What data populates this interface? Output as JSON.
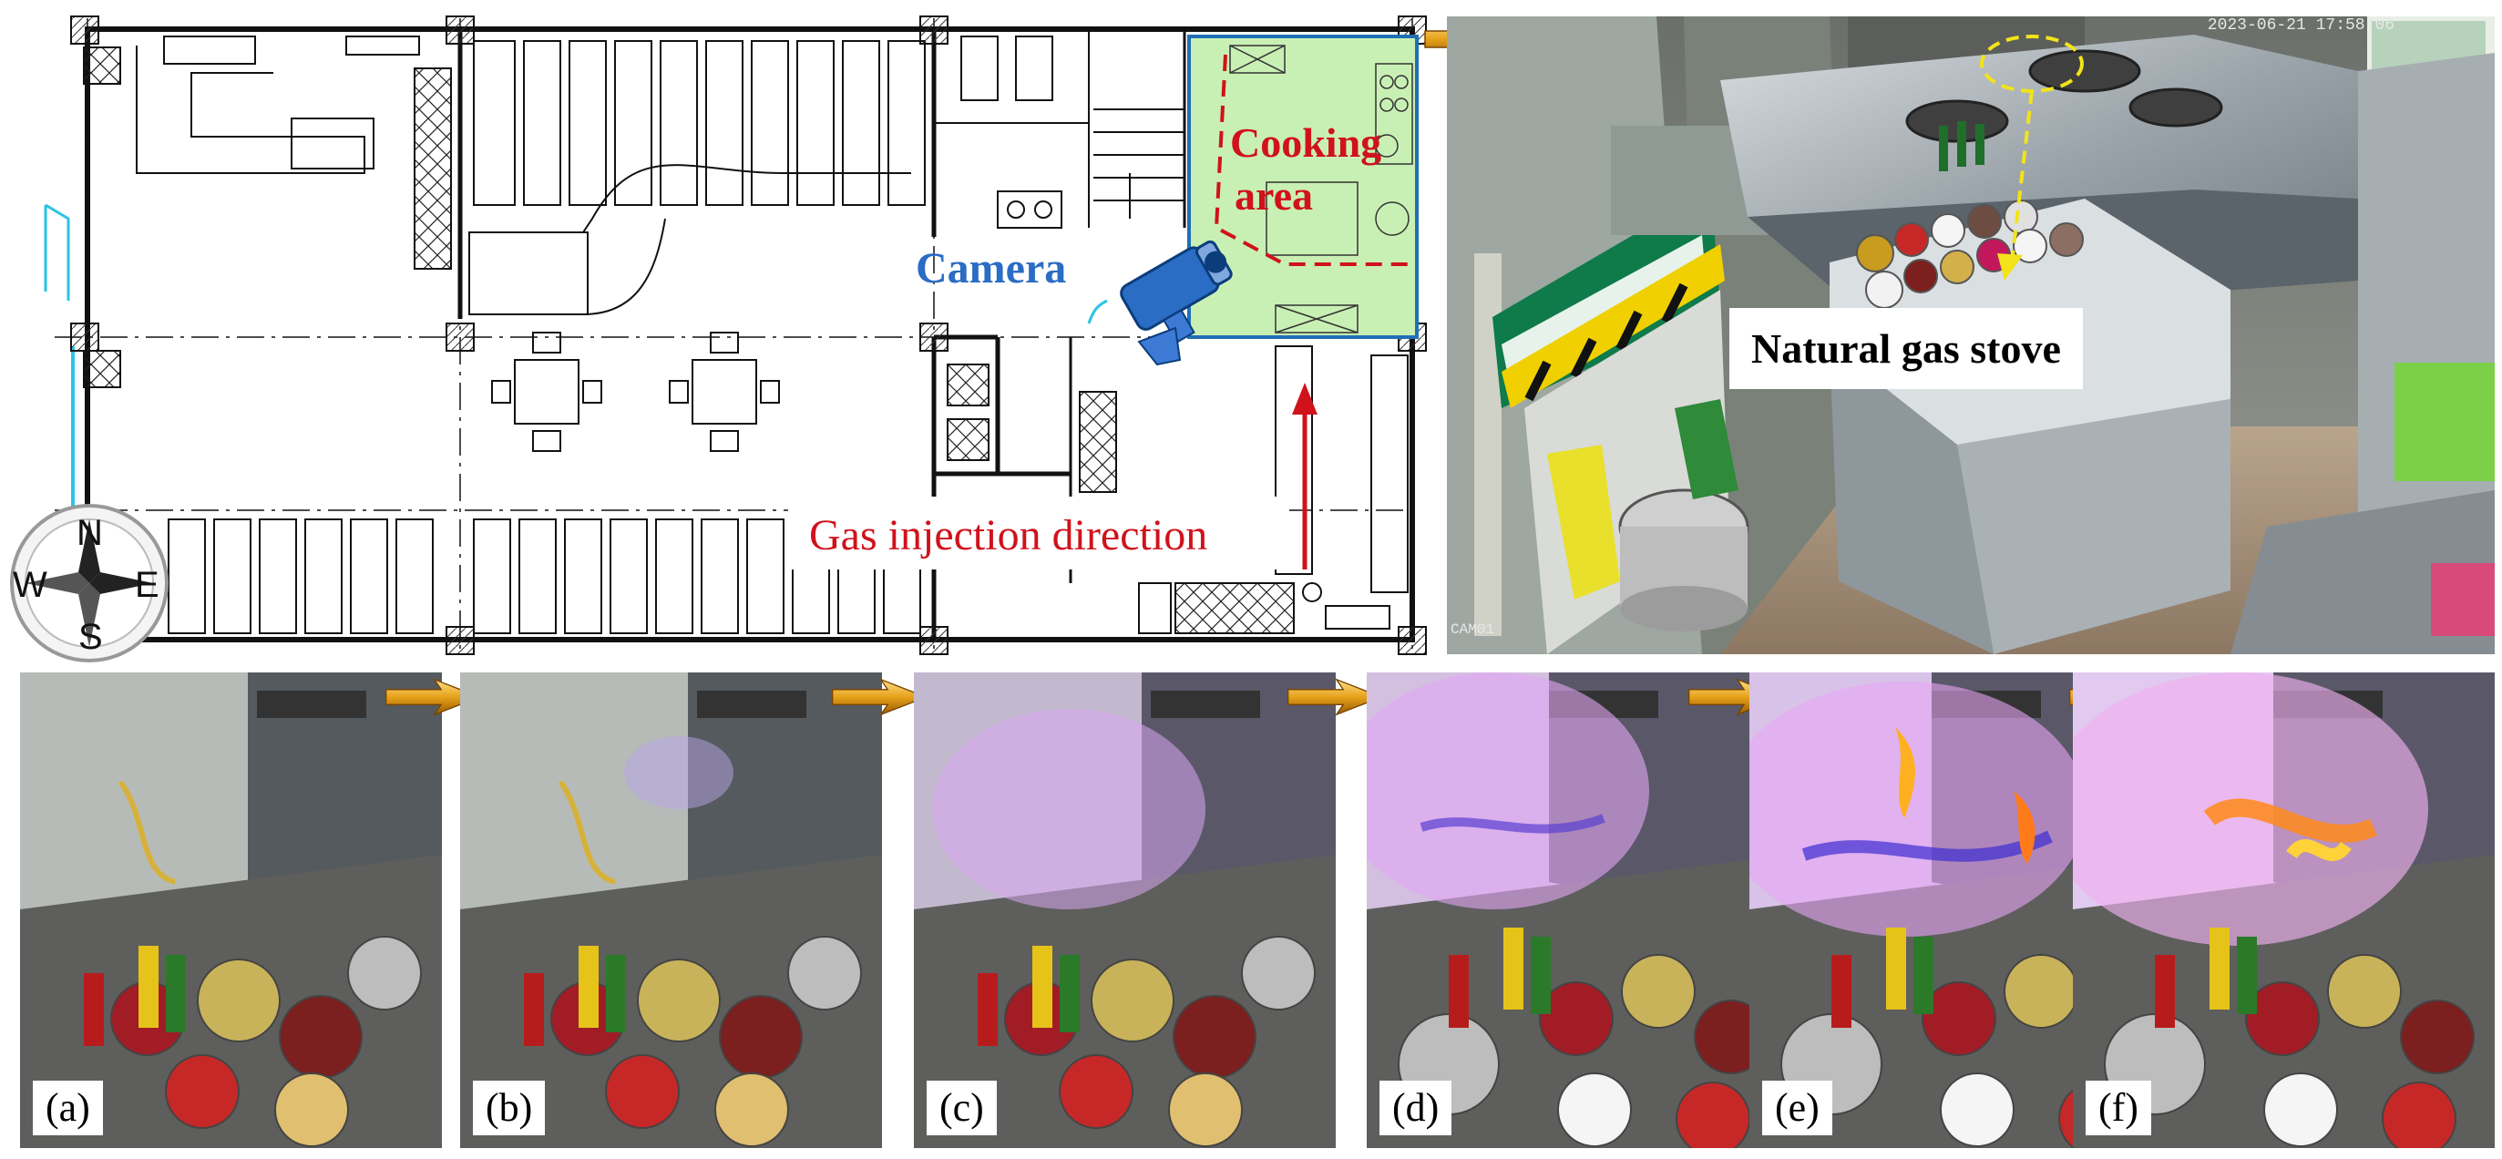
{
  "plan": {
    "compass": {
      "n": "N",
      "s": "S",
      "e": "E",
      "w": "W"
    },
    "cooking_area_line1": "Cooking",
    "cooking_area_line2": "area",
    "camera_label": "Camera",
    "gas_direction_label": "Gas injection direction"
  },
  "cctv": {
    "timestamp": "2023-06-21 17:58:06",
    "camera_id": "CAM01",
    "stove_label": "Natural gas stove"
  },
  "frames": [
    {
      "label": "(a)"
    },
    {
      "label": "(b)"
    },
    {
      "label": "(c)"
    },
    {
      "label": "(d)"
    },
    {
      "label": "(e)"
    },
    {
      "label": "(f)"
    }
  ],
  "colors": {
    "cooking_area_fill": "#c9f0b4",
    "annotation_red": "#d0121b",
    "camera_blue": "#2b6cc4",
    "arrow_gold": "#c8860a",
    "stove_highlight": "#f2e31a"
  }
}
